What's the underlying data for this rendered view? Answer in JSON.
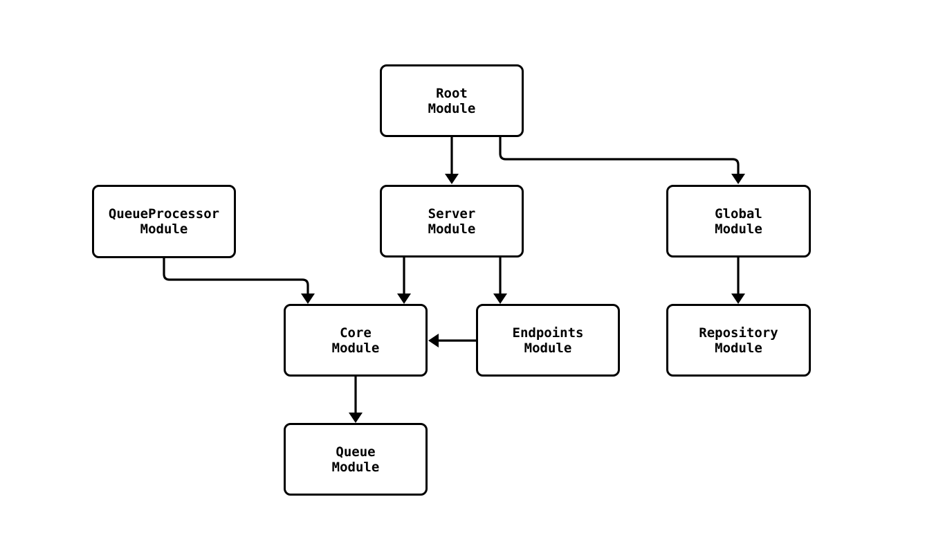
{
  "diagram": {
    "type": "flowchart",
    "background_color": "#ffffff",
    "node_fill_color": "#ffffff",
    "node_border_color": "#000000",
    "edge_color": "#000000",
    "text_color": "#000000",
    "nodes": [
      {
        "id": "root-module",
        "label": "Root\nModule"
      },
      {
        "id": "queueprocessor-module",
        "label": "QueueProcessor\nModule"
      },
      {
        "id": "server-module",
        "label": "Server\nModule"
      },
      {
        "id": "global-module",
        "label": "Global\nModule"
      },
      {
        "id": "core-module",
        "label": "Core\nModule"
      },
      {
        "id": "endpoints-module",
        "label": "Endpoints\nModule"
      },
      {
        "id": "repository-module",
        "label": "Repository\nModule"
      },
      {
        "id": "queue-module",
        "label": "Queue\nModule"
      }
    ],
    "edges": [
      {
        "from": "Root Module",
        "to": "Server Module"
      },
      {
        "from": "Root Module",
        "to": "Global Module"
      },
      {
        "from": "QueueProcessor Module",
        "to": "Core Module"
      },
      {
        "from": "Server Module",
        "to": "Core Module"
      },
      {
        "from": "Server Module",
        "to": "Endpoints Module"
      },
      {
        "from": "Endpoints Module",
        "to": "Core Module"
      },
      {
        "from": "Global Module",
        "to": "Repository Module"
      },
      {
        "from": "Core Module",
        "to": "Queue Module"
      }
    ]
  }
}
